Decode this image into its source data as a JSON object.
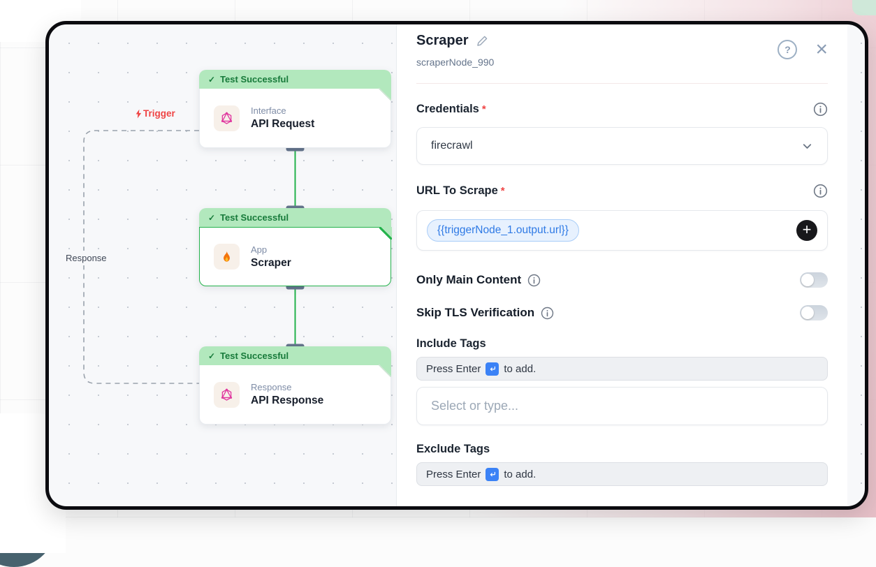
{
  "canvas": {
    "trigger_label": "Trigger",
    "response_label": "Response",
    "nodes": [
      {
        "status": "Test Successful",
        "category": "Interface",
        "title": "API Request"
      },
      {
        "status": "Test Successful",
        "category": "App",
        "title": "Scraper"
      },
      {
        "status": "Test Successful",
        "category": "Response",
        "title": "API Response"
      }
    ]
  },
  "panel": {
    "title": "Scraper",
    "subtitle": "scraperNode_990",
    "credentials": {
      "label": "Credentials",
      "value": "firecrawl",
      "required": true
    },
    "url": {
      "label": "URL To Scrape",
      "token": "{{triggerNode_1.output.url}}",
      "required": true
    },
    "only_main_content": {
      "label": "Only Main Content",
      "enabled": false
    },
    "skip_tls": {
      "label": "Skip TLS Verification",
      "enabled": false
    },
    "include_tags": {
      "label": "Include Tags",
      "hint_before": "Press Enter",
      "hint_after": "to add.",
      "placeholder": "Select or type..."
    },
    "exclude_tags": {
      "label": "Exclude Tags",
      "hint_before": "Press Enter",
      "hint_after": "to add."
    }
  },
  "icons": {
    "check": "✓",
    "close": "×",
    "question": "?",
    "plus": "+",
    "asterisk": "*"
  },
  "colors": {
    "accent_green": "#24b24c",
    "status_bg": "#b2e8bd",
    "status_text": "#177a3a",
    "token_blue": "#2f7ae5",
    "token_bg": "#e7f1fe",
    "trigger_red": "#ef4444",
    "window_border": "#0b0b0f"
  }
}
